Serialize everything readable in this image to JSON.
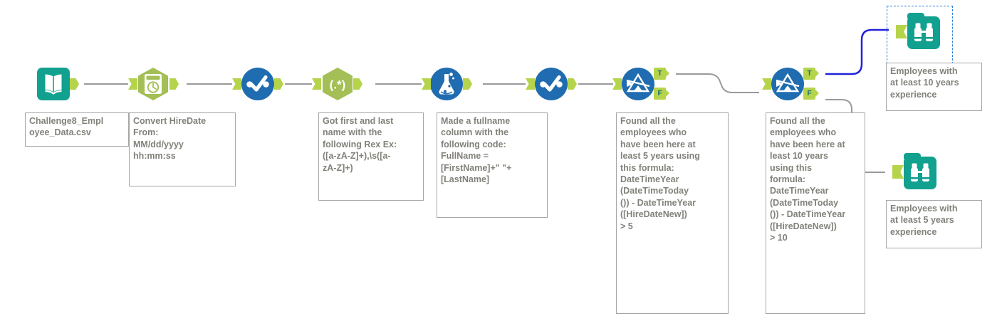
{
  "workflow": {
    "app": "Alteryx Designer Workflow Canvas",
    "nodes": [
      {
        "id": "input-data",
        "icon": "book-open-icon",
        "tool": "Input Data",
        "note": "Challenge8_Employee_Data.csv"
      },
      {
        "id": "datetime",
        "icon": "clock-icon",
        "tool": "DateTime",
        "note": "Convert HireDate From: MM/dd/yyyy hh:mm:ss"
      },
      {
        "id": "select-1",
        "icon": "checkmark-icon",
        "tool": "Select",
        "note": ""
      },
      {
        "id": "regex",
        "icon": "regex-icon",
        "tool": "RegEx",
        "note": "Got first and last name with the following Rex Ex: ([a-zA-Z]+),\\s([a-zA-Z]+)"
      },
      {
        "id": "formula",
        "icon": "flask-icon",
        "tool": "Formula",
        "note": "Made a fullname column with the following code: FullName = [FirstName]+\" \"+[LastName]"
      },
      {
        "id": "select-2",
        "icon": "checkmark-icon",
        "tool": "Select",
        "note": ""
      },
      {
        "id": "filter-5yr",
        "icon": "filter-icon",
        "tool": "Filter",
        "note": "Found all the employees who have been here at least 5 years using this formula: DateTimeYear(DateTimeToday()) - DateTimeYear([HireDateNew]) > 5"
      },
      {
        "id": "filter-10yr",
        "icon": "filter-icon",
        "tool": "Filter",
        "note": "Found all the employees who have been here at least 10 years using this formula: DateTimeYear(DateTimeToday()) - DateTimeYear([HireDateNew]) > 10"
      },
      {
        "id": "browse-10yr",
        "icon": "binoculars-icon",
        "tool": "Browse",
        "note": "Employees with at least 10 years experience",
        "selected": true
      },
      {
        "id": "browse-5yr",
        "icon": "binoculars-icon",
        "tool": "Browse",
        "note": "Employees with at least 5 years experience",
        "selected": false
      }
    ],
    "notes": {
      "input_data": "Challenge8_Empl\noyee_Data.csv",
      "datetime": "Convert HireDate\nFrom:\nMM/dd/yyyy\nhh:mm:ss",
      "regex": "Got first and last\nname with the\nfollowing Rex Ex:\n([a-zA-Z]+),\\s([a-\nzA-Z]+)",
      "formula": "Made a fullname\ncolumn with the\nfollowing code:\nFullName =\n[FirstName]+\" \"+\n[LastName]",
      "filter_5yr": "Found all the\nemployees who\nhave been here at\nleast 5 years using\nthis formula:\nDateTimeYear\n(DateTimeToday\n()) - DateTimeYear\n([HireDateNew])\n> 5",
      "filter_10yr": "Found all the\nemployees who\nhave been here at\nleast 10 years\nusing this\nformula:\nDateTimeYear\n(DateTimeToday\n()) - DateTimeYear\n([HireDateNew])\n> 10",
      "browse_10yr": "Employees with\nat least 10 years\nexperience",
      "browse_5yr": "Employees with\nat least 5 years\nexperience"
    },
    "port_labels": {
      "true": "T",
      "false": "F"
    },
    "regex_glyph": "(.*)",
    "colors": {
      "teal": "#12a08f",
      "blue": "#1f6cb0",
      "green_hex": "#a3bf55",
      "anchor_green": "#b5d44b",
      "wire": "#9a9a9a",
      "wire_selected": "#2222dd",
      "note_text": "#82817a",
      "note_border": "#a6a6a6",
      "selection_border": "#2a7ddb",
      "canvas": "#ffffff"
    }
  }
}
